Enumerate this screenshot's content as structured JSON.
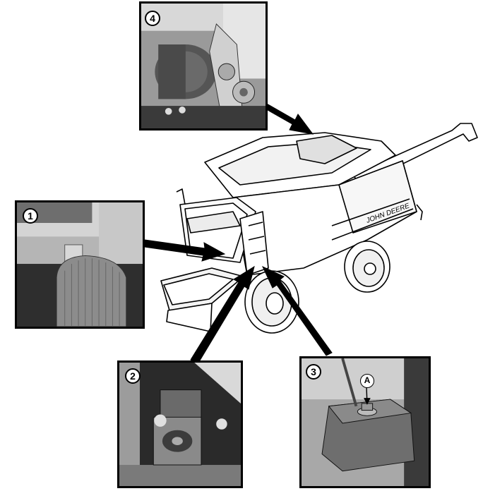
{
  "callouts": {
    "c1": "1",
    "c2": "2",
    "c3": "3",
    "c4": "4"
  },
  "inset3": {
    "letter_label": "A"
  },
  "machine": {
    "brand_text": "JOHN DEERE"
  },
  "colors": {
    "outline": "#000000",
    "photo_dark": "#3a3a3a",
    "photo_mid": "#8a8a8a",
    "photo_light": "#cfcfcf",
    "background": "#ffffff"
  }
}
